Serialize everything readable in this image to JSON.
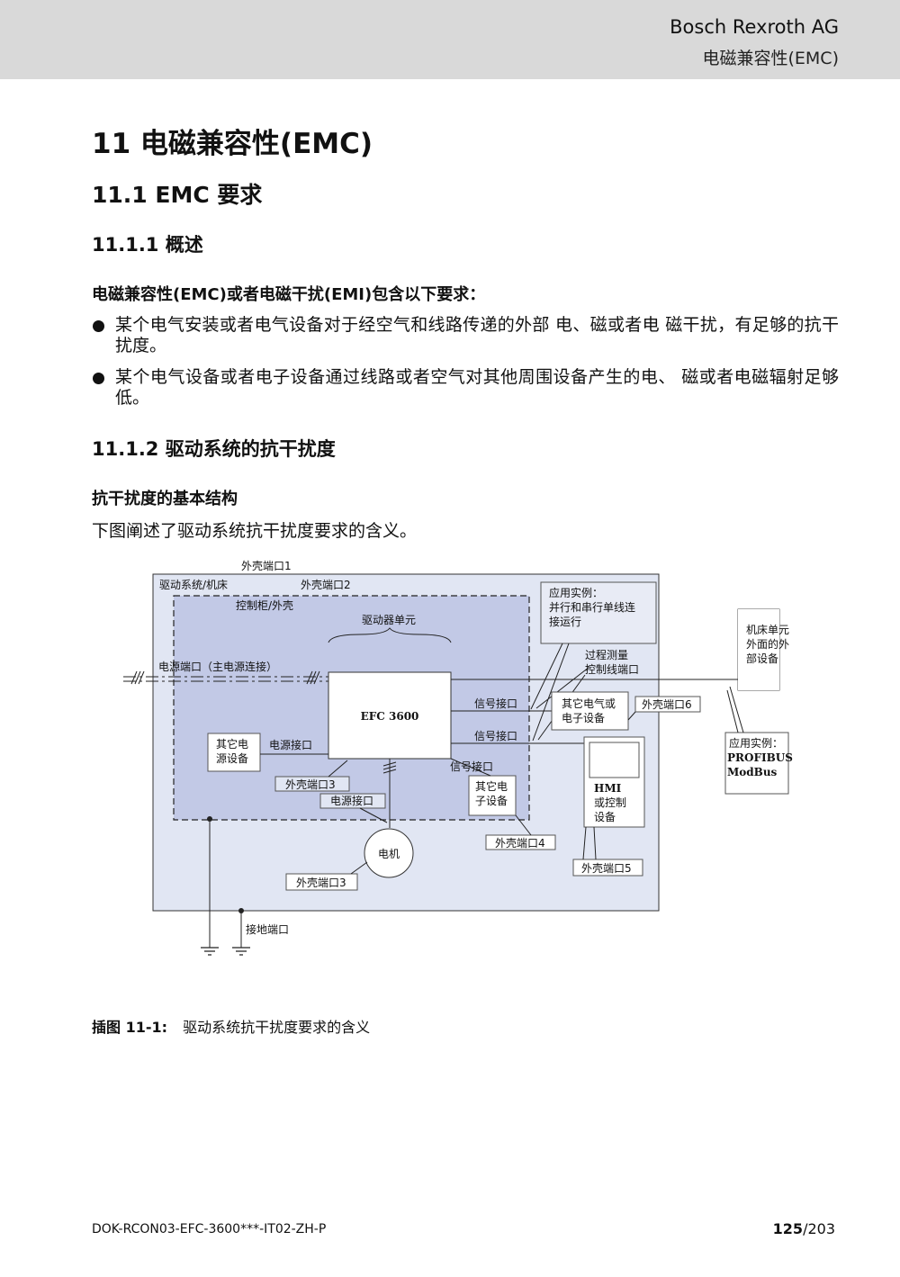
{
  "header": {
    "company": "Bosch Rexroth AG",
    "section": "电磁兼容性(EMC)"
  },
  "headings": {
    "h1": "11  电磁兼容性(EMC)",
    "h2": "11.1  EMC 要求",
    "h3_overview": "11.1.1  概述",
    "h3_immunity": "11.1.2  驱动系统的抗干扰度"
  },
  "overview": {
    "lead": "电磁兼容性(EMC)或者电磁干扰(EMI)包含以下要求：",
    "bullets": [
      "某个电气安装或者电气设备对于经空气和线路传递的外部 电、磁或者电 磁干扰，有足够的抗干扰度。",
      "某个电气设备或者电子设备通过线路或者空气对其他周围设备产生的电、 磁或者电磁辐射足够低。"
    ]
  },
  "immunity": {
    "subheading": "抗干扰度的基本结构",
    "intro": "下图阐述了驱动系统抗干扰度要求的含义。"
  },
  "diagram": {
    "enclosure_port_1": "外壳端口1",
    "drive_system_machine": "驱动系统/机床",
    "enclosure_port_2": "外壳端口2",
    "control_cabinet": "控制柜/外壳",
    "drive_unit": "驱动器单元",
    "application_parallel_title": "应用实例：",
    "application_parallel_line1": "并行和串行单线连",
    "application_parallel_line2": "接运行",
    "process_measure_line1": "过程测量",
    "process_measure_line2": "控制线端口",
    "machine_ext_line1": "机床单元",
    "machine_ext_line2": "外面的外",
    "machine_ext_line3": "部设备",
    "power_port_main": "电源端口（主电源连接）",
    "signal_interface": "信号接口",
    "efc": "EFC 3600",
    "other_elec_line1": "其它电气或",
    "other_elec_line2": "电子设备",
    "enclosure_port_6": "外壳端口6",
    "other_power_line1": "其它电",
    "other_power_line2": "源设备",
    "power_interface": "电源接口",
    "application_profibus_title": "应用实例：",
    "application_profibus_line1": "PROFIBUS",
    "application_profibus_line2": "ModBus",
    "enclosure_port_3": "外壳端口3",
    "other_sub_line1": "其它电",
    "other_sub_line2": "子设备",
    "hmi_line1": "HMI",
    "hmi_line2": "或控制",
    "hmi_line3": "设备",
    "enclosure_port_4": "外壳端口4",
    "motor": "电机",
    "enclosure_port_5": "外壳端口5",
    "ground_port": "接地端口"
  },
  "figure_caption": {
    "label": "插图 11-1:",
    "text": "驱动系统抗干扰度要求的含义"
  },
  "footer": {
    "doc_id": "DOK-RCON03-EFC-3600***-IT02-ZH-P",
    "page_current": "125",
    "page_total": "/203"
  }
}
